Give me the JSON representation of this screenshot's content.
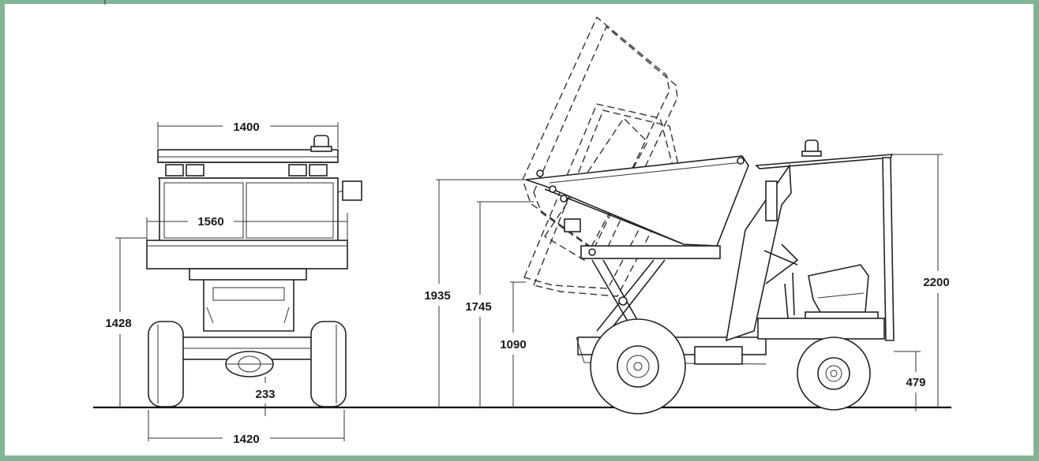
{
  "dimensions": {
    "front_width_top": "1400",
    "front_width_mid": "1560",
    "front_height": "1428",
    "ground_clearance": "233",
    "track_width": "1420",
    "tip_height_1": "1935",
    "tip_height_2": "1745",
    "tip_height_3": "1090",
    "overall_height": "2200",
    "wheel_height": "479"
  },
  "colors": {
    "frame": "#7fb592",
    "paper": "#ffffff",
    "ink": "#222222"
  }
}
